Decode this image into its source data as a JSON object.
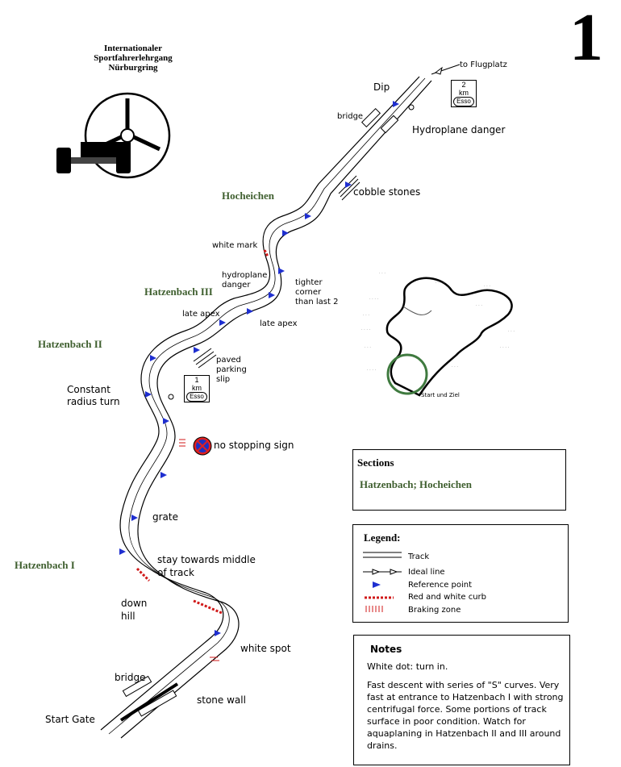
{
  "page": {
    "number": "1"
  },
  "header": {
    "line1": "Internationaler",
    "line2": "Sportfahrerlehrgang",
    "line3": "Nürburgring"
  },
  "sections": {
    "hocheichen": "Hocheichen",
    "hatzenbach3": "Hatzenbach III",
    "hatzenbach2": "Hatzenbach II",
    "hatzenbach1": "Hatzenbach I"
  },
  "labels": {
    "to_flugplatz": "to Flugplatz",
    "dip": "Dip",
    "bridge_top": "bridge",
    "hydroplane_danger_top": "Hydroplane danger",
    "cobble_stones": "cobble stones",
    "white_mark": "white mark",
    "hydroplane_danger_mid_1": "hydroplane",
    "hydroplane_danger_mid_2": "danger",
    "tighter_corner_1": "tighter",
    "tighter_corner_2": "corner",
    "tighter_corner_3": "than last 2",
    "late_apex_left": "late apex",
    "late_apex_right": "late apex",
    "paved_1": "paved",
    "paved_2": "parking",
    "paved_3": "slip",
    "constant_radius_1": "Constant",
    "constant_radius_2": "radius turn",
    "no_stopping": "no stopping sign",
    "grate": "grate",
    "stay_middle_1": "stay towards middle",
    "stay_middle_2": "of track",
    "down_hill_1": "down",
    "down_hill_2": "hill",
    "white_spot": "white spot",
    "bridge_bottom": "bridge",
    "stone_wall": "stone wall",
    "start_gate": "Start Gate"
  },
  "signs": {
    "km2_num": "2",
    "km2_unit": "km",
    "km2_brand": "Esso",
    "km1_num": "1",
    "km1_unit": "km",
    "km1_brand": "Esso"
  },
  "sections_box": {
    "title": "Sections",
    "content": "Hatzenbach; Hocheichen"
  },
  "legend": {
    "title": "Legend:",
    "track": "Track",
    "ideal_line": "Ideal line",
    "reference_point": "Reference point",
    "curb": "Red and white curb",
    "braking": "Braking zone"
  },
  "notes": {
    "title": "Notes",
    "line1": "White dot: turn in.",
    "paragraph": "Fast descent with series of \"S\" curves. Very fast at entrance to Hatzenbach I with strong centrifugal force. Some portions of track surface in poor condition. Watch for aquaplaning in Hatzenbach II and III around drains."
  },
  "inset_map": {
    "start_finish": "Start und Ziel"
  },
  "colors": {
    "section_green": "#3f5f2f",
    "reference_blue": "#1f2fd0",
    "curb_red": "#d01a1a",
    "sign_red": "#e02020",
    "sign_blue": "#2030c0",
    "highlight_green": "#3f7a3f"
  }
}
